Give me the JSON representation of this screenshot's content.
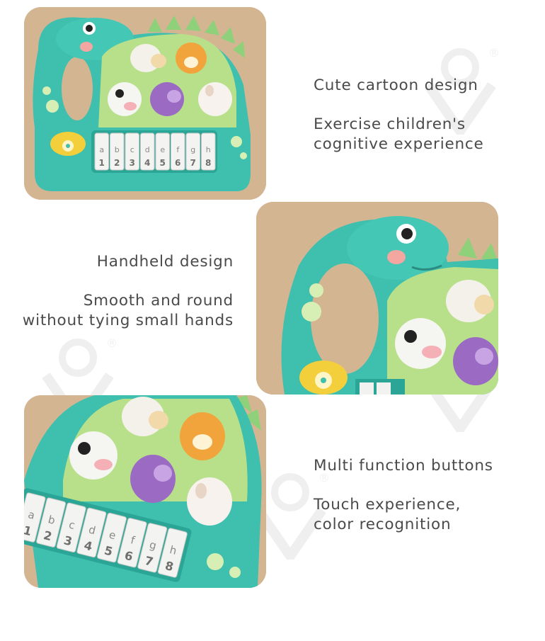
{
  "captions": [
    {
      "heading": "Cute cartoon design",
      "body": "Exercise children's\ncognitive experience"
    },
    {
      "heading": "Handheld design",
      "body": "Smooth and round\nwithout tying small hands"
    },
    {
      "heading": "Multi function buttons",
      "body": "Touch experience,\ncolor recognition"
    }
  ],
  "keys": [
    {
      "letter": "a",
      "number": "1"
    },
    {
      "letter": "b",
      "number": "2"
    },
    {
      "letter": "c",
      "number": "3"
    },
    {
      "letter": "d",
      "number": "4"
    },
    {
      "letter": "e",
      "number": "5"
    },
    {
      "letter": "f",
      "number": "6"
    },
    {
      "letter": "g",
      "number": "7"
    },
    {
      "letter": "h",
      "number": "8"
    }
  ],
  "colors": {
    "toy_teal": "#3fbfae",
    "toy_green": "#b8e08a",
    "background_tan": "#d4b592",
    "text": "#4a4a4a"
  },
  "watermark_mark": "®"
}
